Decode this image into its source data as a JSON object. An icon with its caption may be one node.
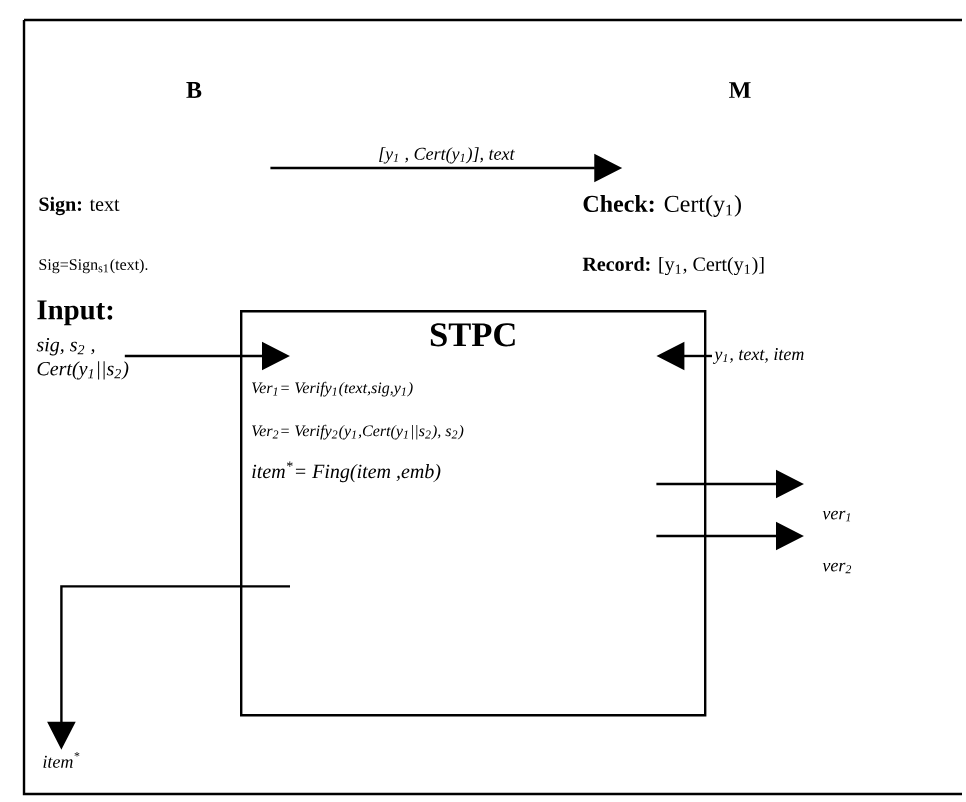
{
  "diagram": {
    "nodes": [
      {
        "text": [
          "B"
        ]
      },
      {
        "text": [
          "M"
        ]
      },
      {
        "text": [
          "Input:",
          "sig, s$_{2}$ , Cert(y$_{1}$||s$_{2}$)"
        ]
      },
      {
        "text": [
          "STPC",
          "Ver$_{1}$= Verify$_{1}$(text,sig,y$_{1}$)",
          "Ver$_{2}$= Verify$_{2}$(y$_{1}$,Cert(y$_{1}$||s$_{2}$), s$_{2}$)",
          "item$^{*}$= Fing(item ,emb)"
        ]
      },
      {
        "text": [
          "y$_{1}$, text, item"
        ]
      },
      {
        "text": [
          "ver$_{1}$"
        ]
      },
      {
        "text": [
          "ver$_{2}$"
        ]
      },
      {
        "text": [
          "item$^{*}$"
        ]
      }
    ],
    "edges": [
      {
        "from": 0,
        "to": 1,
        "arrow": "to",
        "label": "[y$_{1}$ , Cert(y$_{1}$)], text"
      },
      {
        "from": 2,
        "to": 3,
        "arrow": "to"
      },
      {
        "from": 4,
        "to": 3,
        "arrow": "to"
      },
      {
        "from": 3,
        "to": 5,
        "arrow": "to"
      },
      {
        "from": 3,
        "to": 6,
        "arrow": "to"
      },
      {
        "from": 3,
        "to": 7,
        "arrow": "to"
      }
    ],
    "labels": [
      "**Sign:** text",
      "**Check:** Cert(y$_{1}$)",
      "Sig=Sign$_{s1}$(text).",
      "**Record:** [y$_{1}$, Cert(y$_{1}$)]"
    ]
  }
}
